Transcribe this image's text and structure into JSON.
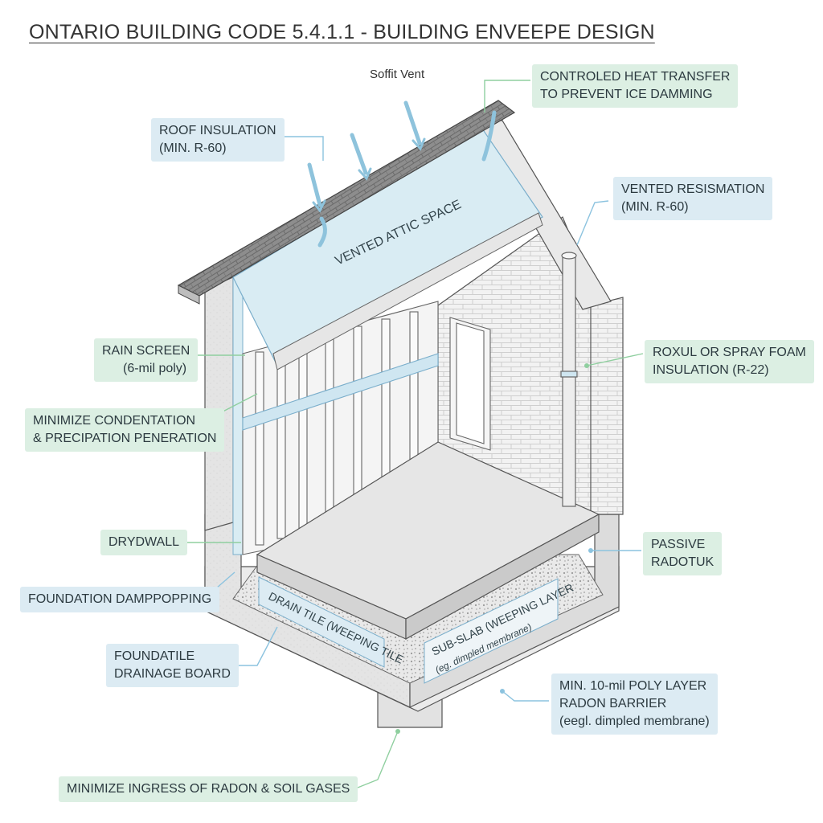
{
  "title": "ONTARIO BUILDING CODE 5.4.1.1 - BUILDING ENVEEPE DESIGN",
  "soffit_vent": "Soffit Vent",
  "callouts": {
    "heat_transfer": [
      "CONTROLED HEAT TRANSFER",
      "TO PREVENT ICE DAMMING"
    ],
    "roof_insulation": [
      "ROOF INSULATION",
      "(MIN. R-60)"
    ],
    "vented_resismation": [
      "VENTED RESISMATION",
      "(MIN. R-60)"
    ],
    "rain_screen": [
      "RAIN SCREEN",
      "(6-mil poly)"
    ],
    "roxul": [
      "ROXUL OR SPRAY FOAM",
      "INSULATION (R-22)"
    ],
    "condensation": [
      "MINIMIZE CONDENTATION",
      "& PRECIPATION PENERATION"
    ],
    "drywall": [
      "DRYDWALL"
    ],
    "passive_radon": [
      "PASSIVE",
      "RADOTUK"
    ],
    "damproofing": [
      "FOUNDATION DAMPPOPPING"
    ],
    "drainage_board": [
      "FOUNDATILE",
      "DRAINAGE BOARD"
    ],
    "poly_layer": [
      "MIN. 10-mil POLY LAYER",
      "RADON BARRIER",
      "(eegl. dimpled membrane)"
    ],
    "radon_ingress": [
      "MINIMIZE INGRESS OF RADON & SOIL GASES"
    ]
  },
  "inline_labels": {
    "attic": "VENTED ATTIC SPACE",
    "drain_tile": [
      "DRAIN TILE (WEEPING TILE"
    ],
    "sub_slab": [
      "SUB-SLAB (WEEPING LAYER",
      "(eg. dimpled membrane)"
    ]
  },
  "colors": {
    "green_callout": "#dcefe3",
    "blue_callout": "#dcebf3",
    "leader_green": "#8fcf9f",
    "leader_blue": "#8cc3df",
    "insulation": "#d9ecf3"
  }
}
